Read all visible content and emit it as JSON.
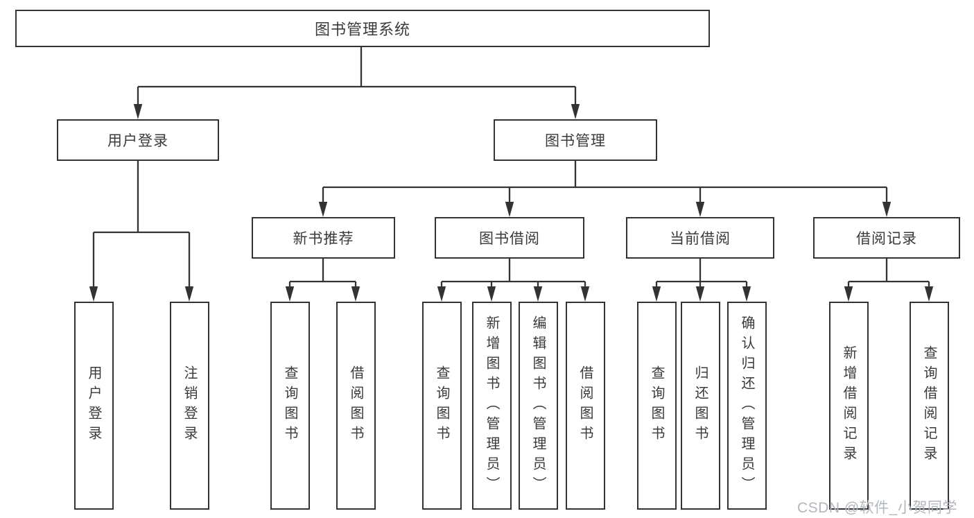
{
  "colors": {
    "background": "#ffffff",
    "line": "#333333",
    "box_border": "#333333",
    "box_fill": "#ffffff",
    "text": "#3a3a3a",
    "watermark": "#b2b6bd"
  },
  "watermark": {
    "text": "CSDN @软件_小贺同学"
  },
  "tree": {
    "label": "图书管理系统",
    "children": [
      {
        "label": "用户登录",
        "children": [
          {
            "label": "用户登录"
          },
          {
            "label": "注销登录"
          }
        ]
      },
      {
        "label": "图书管理",
        "children": [
          {
            "label": "新书推荐",
            "children": [
              {
                "label": "查询图书"
              },
              {
                "label": "借阅图书"
              }
            ]
          },
          {
            "label": "图书借阅",
            "children": [
              {
                "label": "查询图书"
              },
              {
                "label": "新增图书（管理员）"
              },
              {
                "label": "编辑图书（管理员）"
              },
              {
                "label": "借阅图书"
              }
            ]
          },
          {
            "label": "当前借阅",
            "children": [
              {
                "label": "查询图书"
              },
              {
                "label": "归还图书"
              },
              {
                "label": "确认归还（管理员）"
              }
            ]
          },
          {
            "label": "借阅记录",
            "children": [
              {
                "label": "新增借阅记录"
              },
              {
                "label": "查询借阅记录"
              }
            ]
          }
        ]
      }
    ]
  }
}
